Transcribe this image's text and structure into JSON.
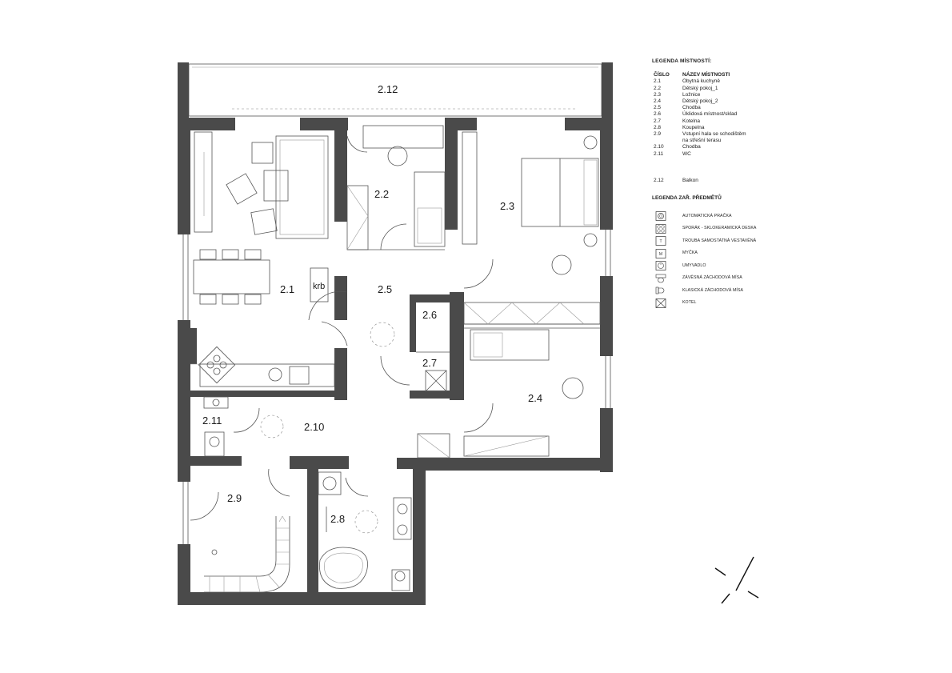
{
  "rooms": [
    {
      "id": "2.1",
      "label": "2.1"
    },
    {
      "id": "2.2",
      "label": "2.2"
    },
    {
      "id": "2.3",
      "label": "2.3"
    },
    {
      "id": "2.4",
      "label": "2.4"
    },
    {
      "id": "2.5",
      "label": "2.5"
    },
    {
      "id": "2.6",
      "label": "2.6"
    },
    {
      "id": "2.7",
      "label": "2.7"
    },
    {
      "id": "2.8",
      "label": "2.8"
    },
    {
      "id": "2.9",
      "label": "2.9"
    },
    {
      "id": "2.10",
      "label": "2.10"
    },
    {
      "id": "2.11",
      "label": "2.11"
    },
    {
      "id": "2.12",
      "label": "2.12"
    }
  ],
  "krb_label": "krb",
  "legend": {
    "title": "LEGENDA MÍSTNOSTÍ:",
    "col_number": "ČÍSLO",
    "col_name": "NÁZEV MÍSTNOSTI",
    "entries": [
      {
        "num": "2.1",
        "name": "Obytná kuchyně"
      },
      {
        "num": "2.2",
        "name": "Dětský pokoj_1"
      },
      {
        "num": "2.3",
        "name": "Ložnice"
      },
      {
        "num": "2.4",
        "name": "Dětský pokoj_2"
      },
      {
        "num": "2.5",
        "name": "Chodba"
      },
      {
        "num": "2.6",
        "name": "Úklidová místnost/sklad"
      },
      {
        "num": "2.7",
        "name": "Kotelna"
      },
      {
        "num": "2.8",
        "name": "Koupelna"
      },
      {
        "num": "2.9",
        "name": "Vstupní hala se schodištěm"
      },
      {
        "num": "",
        "name": "na střešní terasu"
      },
      {
        "num": "2.10",
        "name": "Chodba"
      },
      {
        "num": "2.11",
        "name": "WC"
      }
    ],
    "extra_entry": {
      "num": "2.12",
      "name": "Balkon"
    },
    "symbols_title": "LEGENDA ZAŘ. PŘEDMĚTŮ",
    "symbols": [
      {
        "icon": "washing-machine-icon",
        "label": "AUTOMATICKÁ PRAČKA"
      },
      {
        "icon": "cooktop-icon",
        "label": "SPORÁK - SKLOKERAMICKÁ DESKA"
      },
      {
        "icon": "oven-icon",
        "label": "TROUBA SAMOSTATNÁ VESTAVĚNÁ"
      },
      {
        "icon": "dishwasher-icon",
        "label": "MYČKA"
      },
      {
        "icon": "washbasin-icon",
        "label": "UMYVADLO"
      },
      {
        "icon": "wall-toilet-icon",
        "label": "ZÁVĚSNÁ ZÁCHODOVÁ MÍSA"
      },
      {
        "icon": "floor-toilet-icon",
        "label": "KLASICKÁ ZÁCHODOVÁ MÍSA"
      },
      {
        "icon": "boiler-icon",
        "label": "KOTEL"
      }
    ],
    "symbol_marks": {
      "oven": "T",
      "dishwasher": "M"
    }
  }
}
